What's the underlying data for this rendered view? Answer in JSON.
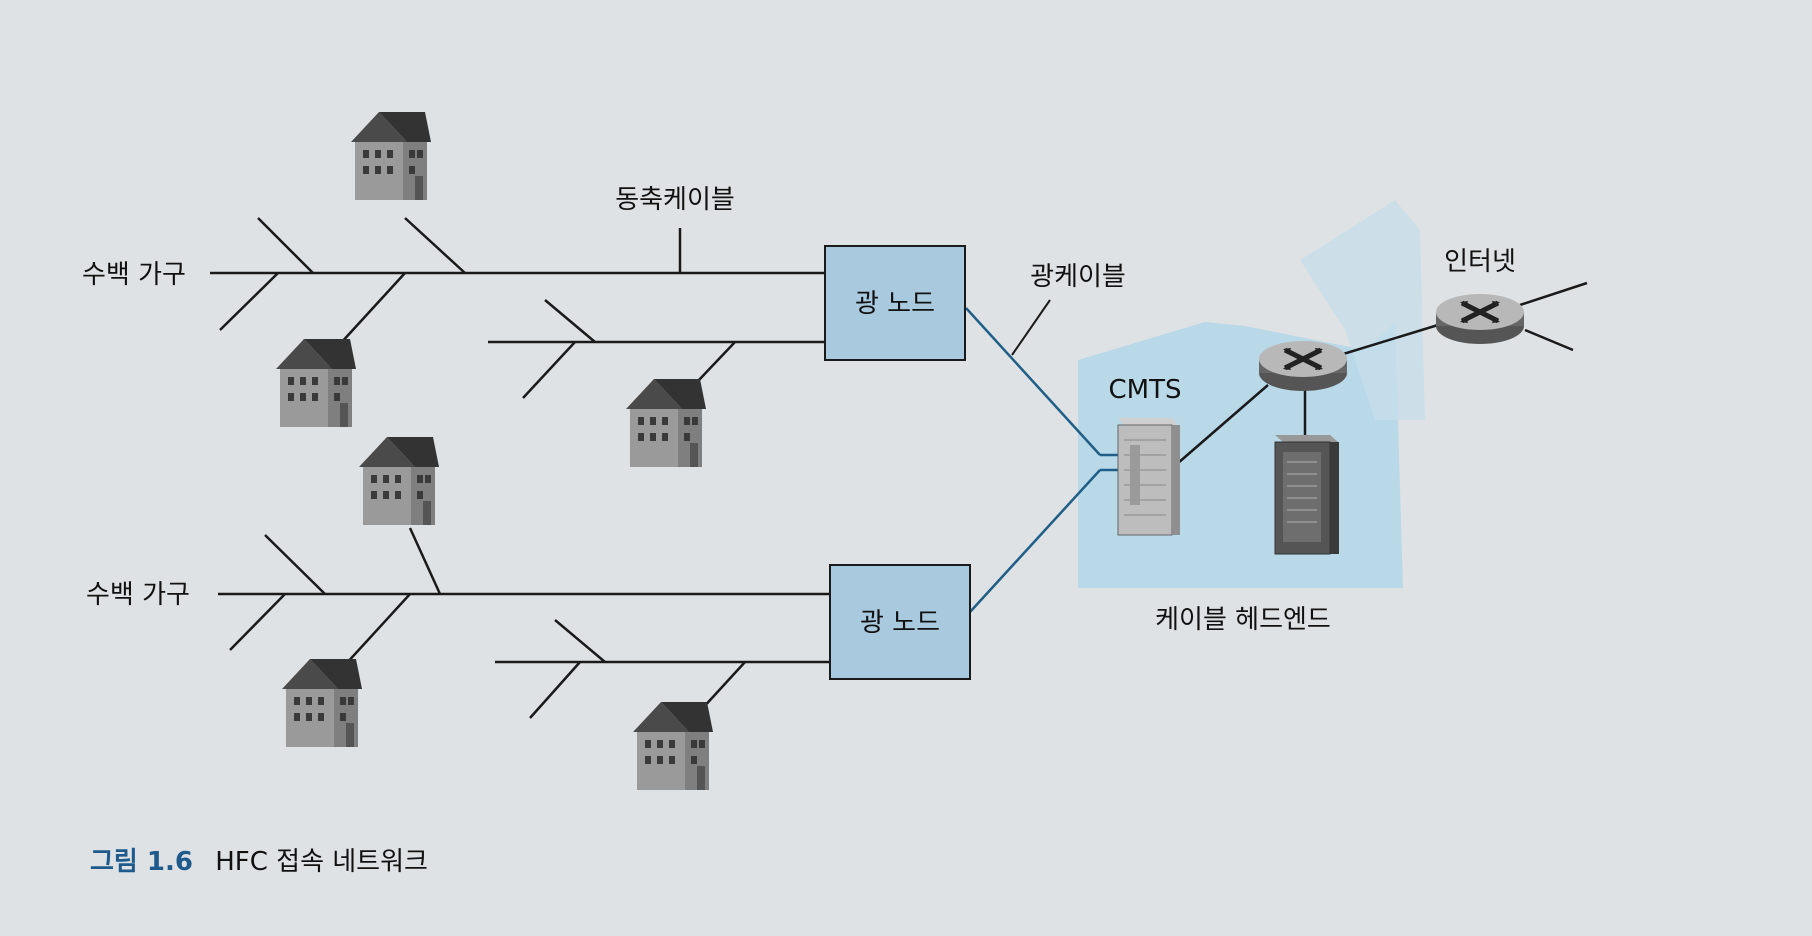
{
  "diagram": {
    "labels": {
      "households_top": "수백 가구",
      "households_bottom": "수백 가구",
      "coax_cable": "동축케이블",
      "fiber_cable": "광케이블",
      "fiber_node_top": "광 노드",
      "fiber_node_bottom": "광 노드",
      "cmts": "CMTS",
      "internet": "인터넷",
      "cable_headend": "케이블 헤드엔드"
    },
    "caption": {
      "number": "그림 1.6",
      "title": "HFC 접속 네트워크"
    }
  },
  "colors": {
    "node_fill": "#a9c9df",
    "headend_fill": "#b9d8e8",
    "fiber_line": "#1f5e86",
    "caption_accent": "#1f5a8c",
    "line": "#1a1a1a"
  },
  "icons": [
    "house-icon",
    "router-icon",
    "cmts-rack-icon",
    "server-icon"
  ]
}
